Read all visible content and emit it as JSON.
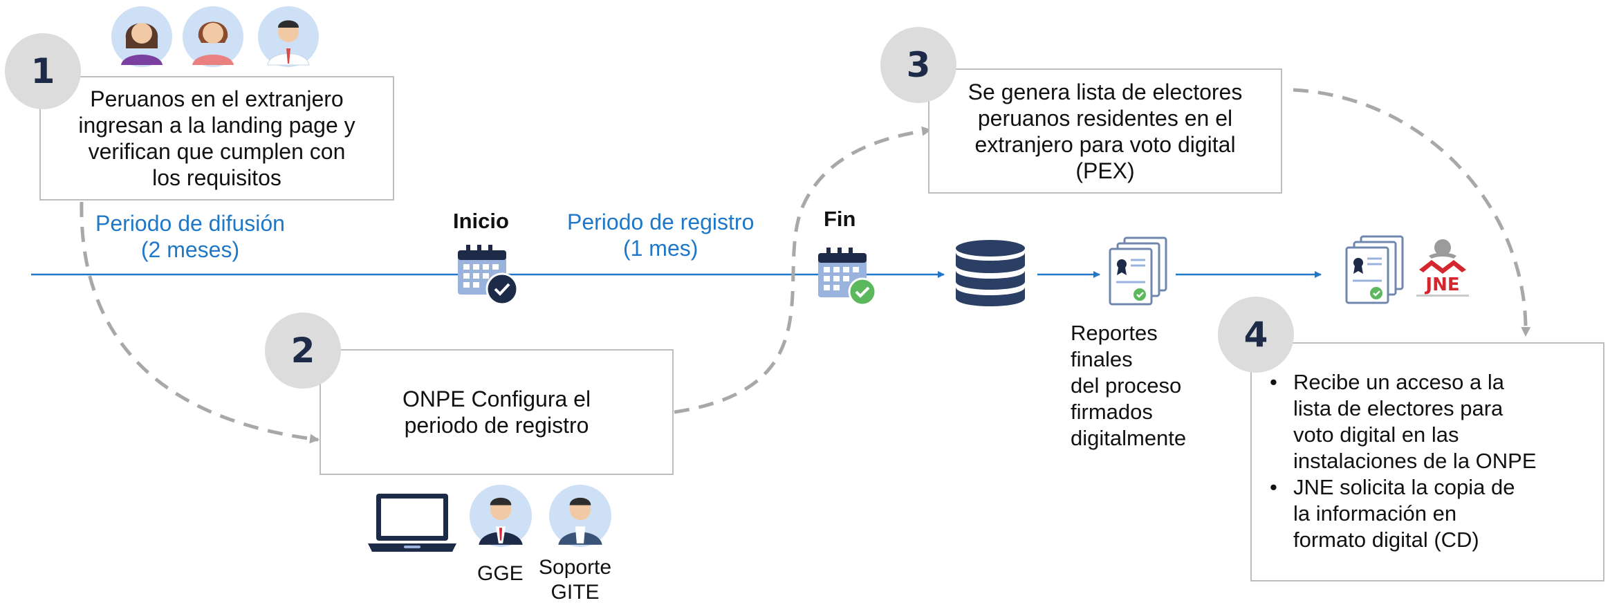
{
  "steps": [
    {
      "number": "1",
      "text_lines": [
        "Peruanos en el extranjero",
        "ingresan a la landing page y",
        "verifican que cumplen con",
        "los requisitos"
      ]
    },
    {
      "number": "2",
      "text_lines": [
        "ONPE Configura el",
        "periodo de registro"
      ]
    },
    {
      "number": "3",
      "text_lines": [
        "Se genera lista de electores",
        "peruanos residentes en el",
        "extranjero para voto digital",
        "(PEX)"
      ]
    },
    {
      "number": "4",
      "bullets": [
        {
          "lines": [
            "Recibe un acceso a la",
            "lista de electores para",
            "voto digital en las",
            "instalaciones de la ONPE"
          ]
        },
        {
          "lines": [
            "JNE solicita la copia de",
            "la  información en",
            "formato digital (CD)"
          ]
        }
      ]
    }
  ],
  "timeline": {
    "periodo_difusion": [
      "Periodo de difusión",
      "(2 meses)"
    ],
    "inicio": "Inicio",
    "periodo_registro": [
      "Periodo de registro",
      "(1 mes)"
    ],
    "fin": "Fin"
  },
  "reports_label": [
    "Reportes",
    "finales",
    "del proceso",
    "firmados",
    "digitalmente"
  ],
  "staff_labels": {
    "gge": "GGE",
    "soporte": [
      "Soporte",
      "GITE"
    ]
  },
  "jne_logo_text": "JNE",
  "bullet_char": "•",
  "colors": {
    "timeline_blue": "#1f77c8",
    "dashed_gray": "#a8a8a8",
    "box_border": "#bdbdbd",
    "number_circle": "#dcdcdc",
    "navy": "#1d2a48",
    "calendar_blue": "#9ab3dc",
    "check_green": "#5cb85c",
    "jne_red": "#d4262f"
  },
  "icons": [
    "woman-avatar-icon",
    "woman-avatar-icon",
    "man-avatar-icon",
    "calendar-check-icon",
    "calendar-check-green-icon",
    "database-icon",
    "certificate-stack-icon",
    "certificate-stack-icon",
    "jne-logo",
    "laptop-icon",
    "man-suit-avatar-icon",
    "man-avatar-icon"
  ]
}
